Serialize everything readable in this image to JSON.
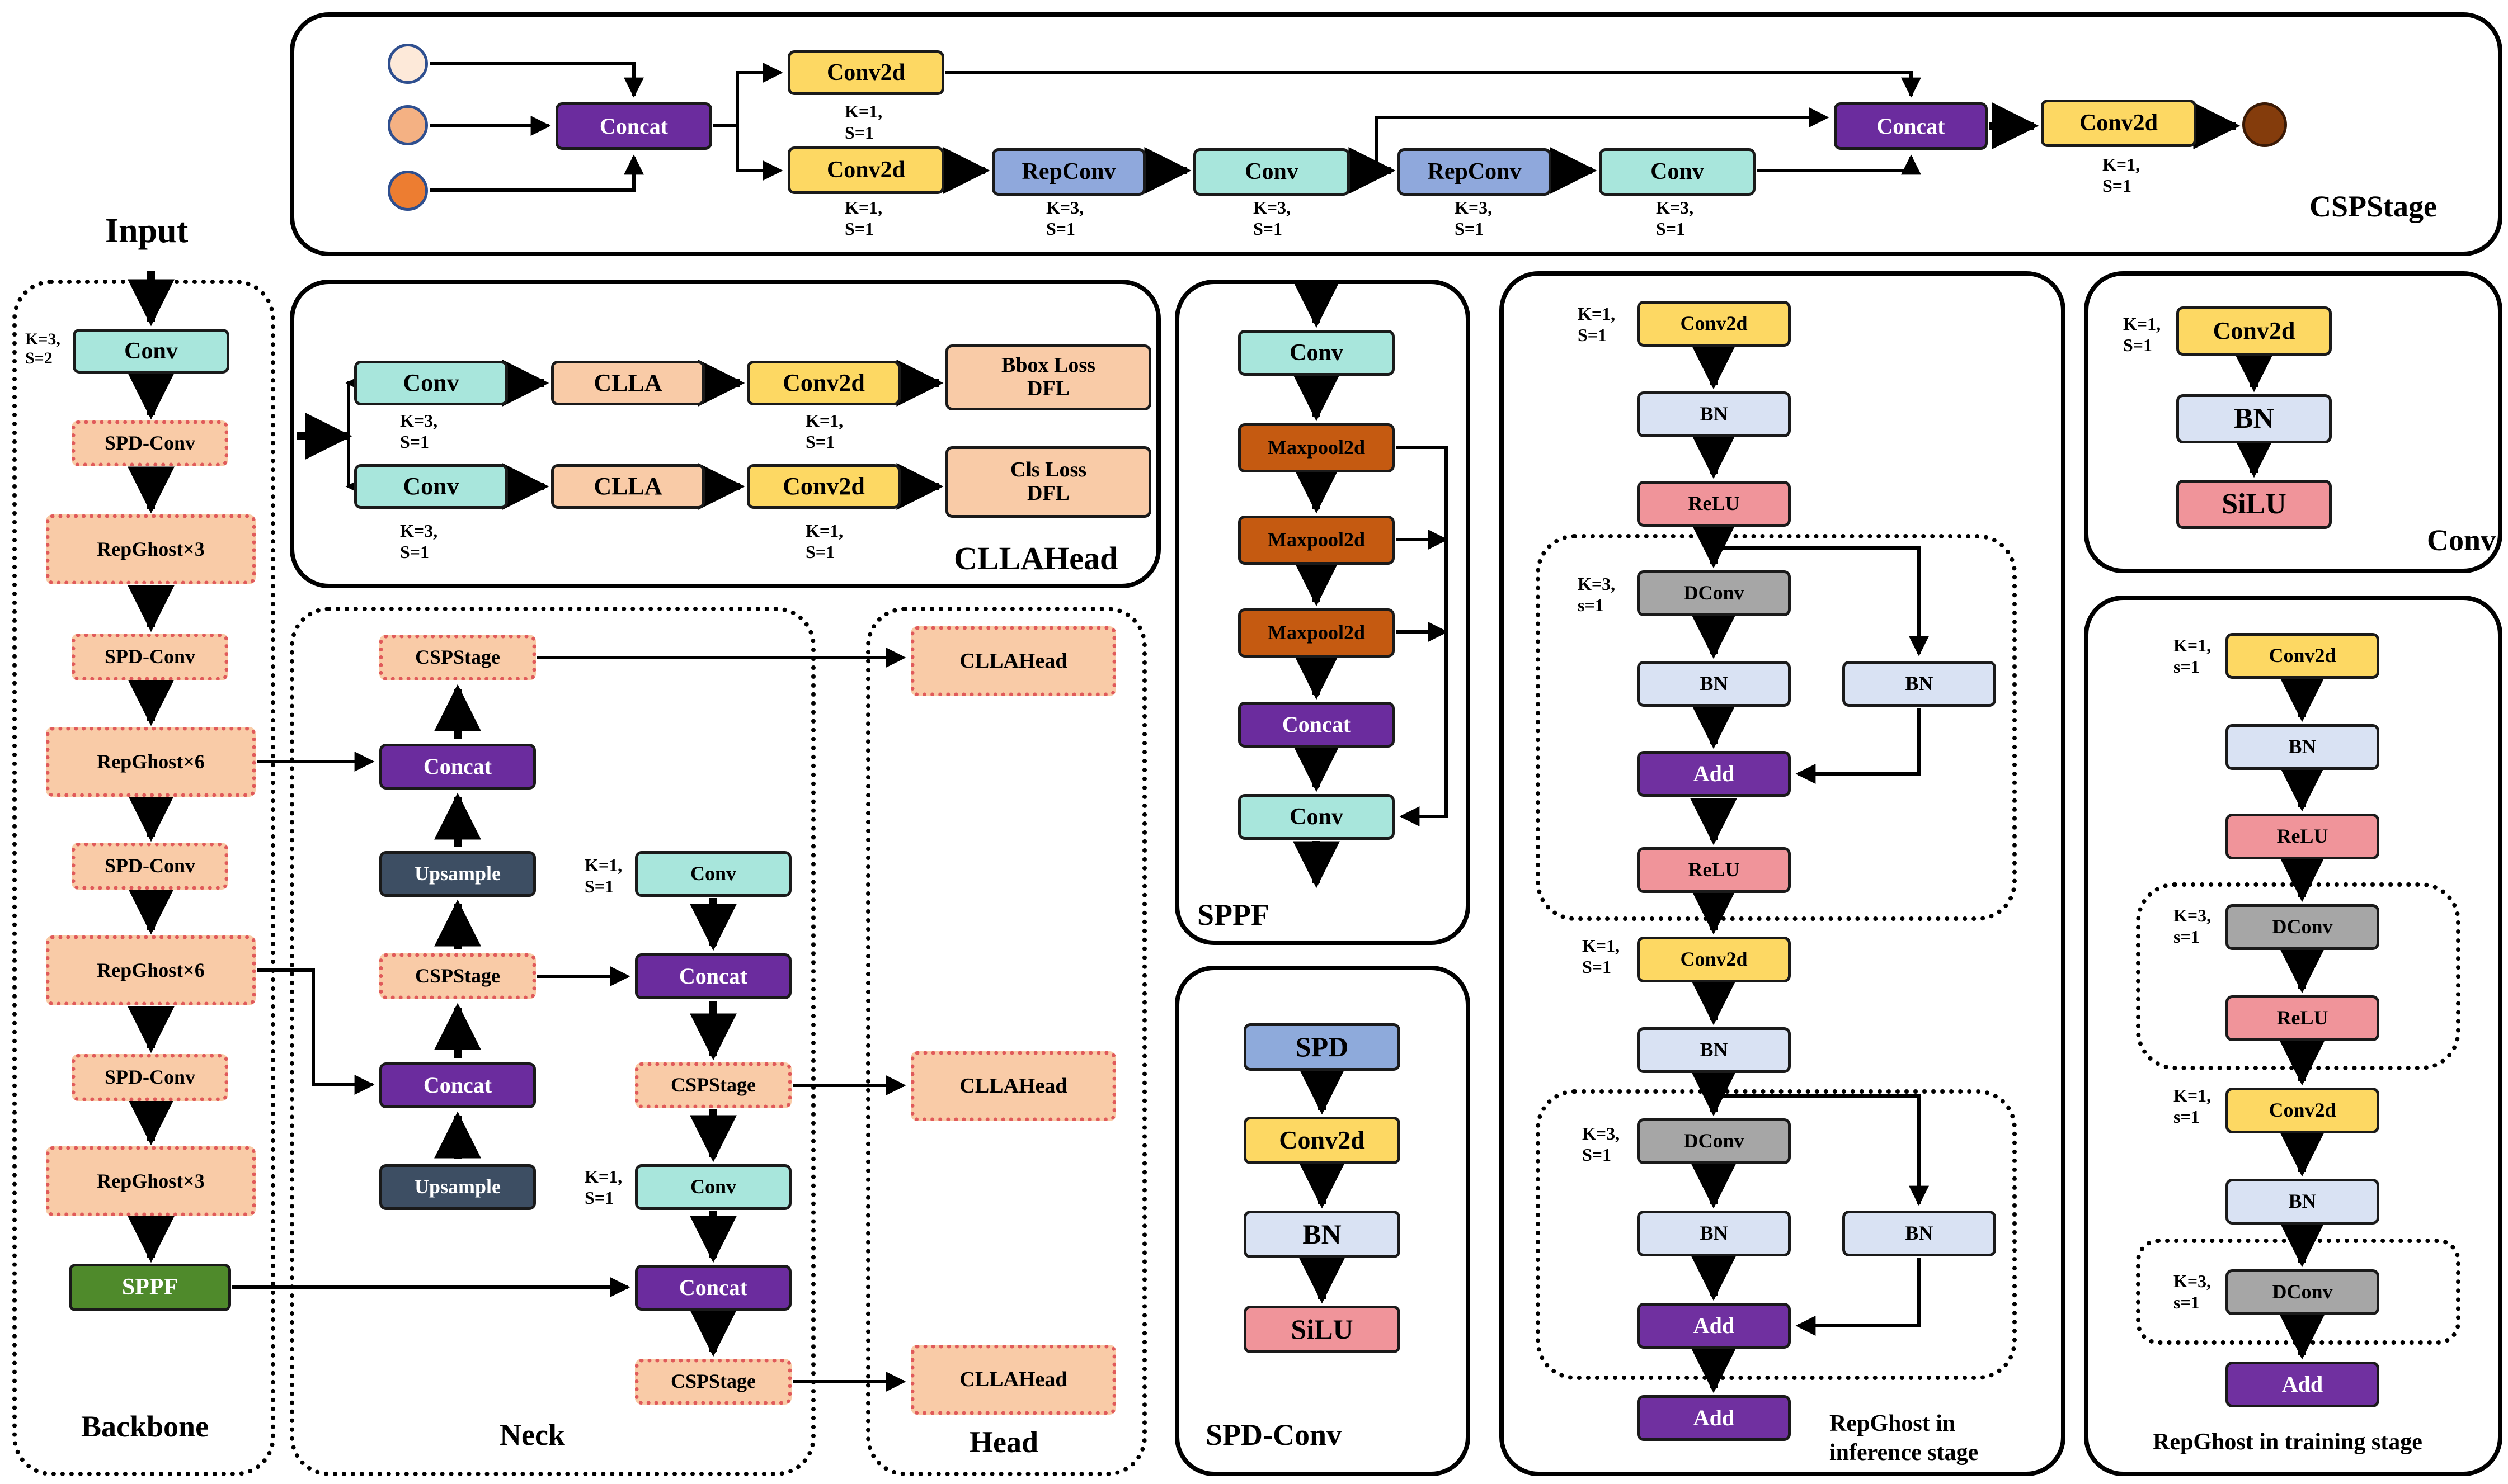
{
  "colors": {
    "conv": "#a8e6dc",
    "conv2d": "#fdd863",
    "concat": "#6b2c9e",
    "repconv": "#8fa8dc",
    "cspstage": "#f9cba7",
    "upsample": "#3d4e63",
    "sppf": "#4f8a2b",
    "maxpool": "#c55a11",
    "bn": "#d9e2f3",
    "relu": "#f0949a",
    "silu": "#f0949a",
    "dconv": "#a6a6a6",
    "add": "#7030a0",
    "spd": "#8eaadb",
    "cllahead": "#f9cba7",
    "clla": "#f9cba7",
    "loss": "#f9cba7",
    "circle1": "#fde9d9",
    "circle2": "#f4b183",
    "circle3": "#ed7d31",
    "circle_out": "#843c0c"
  },
  "input_label": "Input",
  "backbone": {
    "title": "Backbone",
    "blocks": [
      "Conv",
      "SPD-Conv",
      "RepGhost×3",
      "SPD-Conv",
      "RepGhost×6",
      "SPD-Conv",
      "RepGhost×6",
      "SPD-Conv",
      "RepGhost×3",
      "SPPF"
    ],
    "conv_params": "K=3,\nS=2"
  },
  "neck": {
    "title": "Neck",
    "left_column": [
      "CSPStage",
      "Concat",
      "Upsample",
      "CSPStage",
      "Concat",
      "Upsample"
    ],
    "right_column": [
      "Conv",
      "Concat",
      "CSPStage",
      "Conv",
      "Concat",
      "CSPStage"
    ],
    "conv_params": "K=1,\nS=1"
  },
  "head": {
    "title": "Head",
    "blocks": [
      "CLLAHead",
      "CLLAHead",
      "CLLAHead"
    ]
  },
  "csp_stage": {
    "title": "CSPStage",
    "nodes": [
      "Concat",
      "Conv2d",
      "Conv2d",
      "RepConv",
      "Conv",
      "RepConv",
      "Conv",
      "Concat",
      "Conv2d"
    ],
    "params": [
      "K=1,\nS=1",
      "K=1,\nS=1",
      "K=3,\nS=1",
      "K=3,\nS=1",
      "K=3,\nS=1",
      "K=3,\nS=1",
      "K=1,\nS=1"
    ]
  },
  "clla_head": {
    "title": "CLLAHead",
    "row1": [
      "Conv",
      "CLLA",
      "Conv2d",
      "Bbox Loss\nDFL"
    ],
    "row2": [
      "Conv",
      "CLLA",
      "Conv2d",
      "Cls Loss\nDFL"
    ],
    "params": [
      "K=3,\nS=1",
      "K=1,\nS=1",
      "K=3,\nS=1",
      "K=1,\nS=1"
    ]
  },
  "sppf": {
    "title": "SPPF",
    "blocks": [
      "Conv",
      "Maxpool2d",
      "Maxpool2d",
      "Maxpool2d",
      "Concat",
      "Conv"
    ]
  },
  "spd_conv": {
    "title": "SPD-Conv",
    "blocks": [
      "SPD",
      "Conv2d",
      "BN",
      "SiLU"
    ]
  },
  "repghost_inference": {
    "title": "RepGhost in\ninference stage",
    "blocks": [
      "Conv2d",
      "BN",
      "ReLU",
      "DConv",
      "BN",
      "BN",
      "Add",
      "ReLU",
      "Conv2d",
      "BN",
      "DConv",
      "BN",
      "BN",
      "Add",
      "Add"
    ],
    "params": [
      "K=1,\nS=1",
      "K=3,\ns=1",
      "K=1,\nS=1",
      "K=3,\nS=1"
    ]
  },
  "conv_module": {
    "title": "Conv",
    "blocks": [
      "Conv2d",
      "BN",
      "SiLU"
    ],
    "params": "K=1,\nS=1"
  },
  "repghost_training": {
    "title": "RepGhost in training stage",
    "blocks": [
      "Conv2d",
      "BN",
      "ReLU",
      "DConv",
      "ReLU",
      "Conv2d",
      "BN",
      "DConv",
      "Add"
    ],
    "params": [
      "K=1,\ns=1",
      "K=3,\ns=1",
      "K=1,\ns=1",
      "K=3,\ns=1"
    ]
  }
}
